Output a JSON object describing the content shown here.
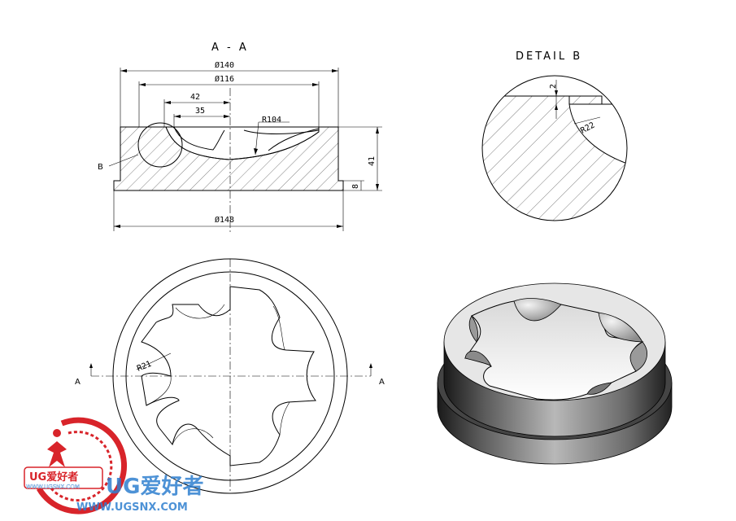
{
  "section_view": {
    "title": "A - A",
    "dims": {
      "d140": "Ø140",
      "d116": "Ø116",
      "d148": "Ø148",
      "r104": "R104",
      "l42": "42",
      "l35": "35",
      "h41": "41",
      "h8": "8"
    },
    "detail_callout": "B"
  },
  "detail_view": {
    "title": "DETAIL  B",
    "dims": {
      "v2": "2",
      "r22": "R22"
    }
  },
  "top_view": {
    "r21": "R21",
    "section_left": "A",
    "section_right": "A"
  },
  "watermark": {
    "badge_text": "UG爱好者",
    "badge_url": "WWW.UGSNX.COM",
    "logo_text": "UG爱好者",
    "url": "WWW.UGSNX.COM",
    "colors": {
      "red": "#d8242a",
      "blue": "#2f7fd0"
    }
  }
}
